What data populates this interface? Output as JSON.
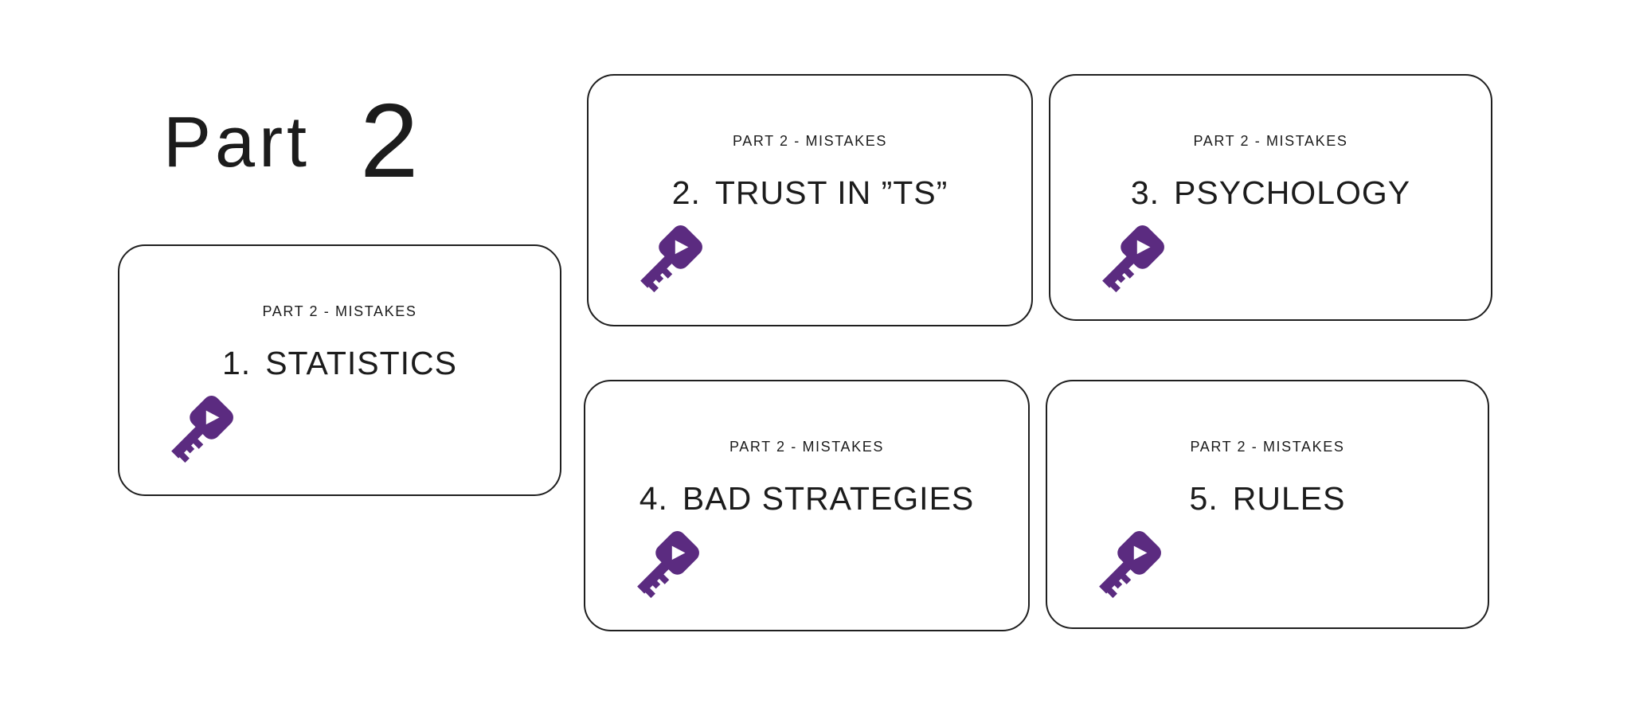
{
  "slide": {
    "title_prefix": "Part",
    "title_number": "2"
  },
  "cards": [
    {
      "eyebrow": "PART 2 - MISTAKES",
      "number": "1.",
      "title": "STATISTICS"
    },
    {
      "eyebrow": "PART 2 - MISTAKES",
      "number": "2.",
      "title": "TRUST IN ”TS”"
    },
    {
      "eyebrow": "PART 2 - MISTAKES",
      "number": "3.",
      "title": "PSYCHOLOGY"
    },
    {
      "eyebrow": "PART 2 - MISTAKES",
      "number": "4.",
      "title": "BAD STRATEGIES"
    },
    {
      "eyebrow": "PART 2 - MISTAKES",
      "number": "5.",
      "title": "RULES"
    }
  ],
  "icons": {
    "key": "key-icon"
  },
  "colors": {
    "key_purple": "#5B2B80",
    "card_border": "#1f1f1f",
    "text": "#1c1c1c",
    "background": "#ffffff"
  }
}
